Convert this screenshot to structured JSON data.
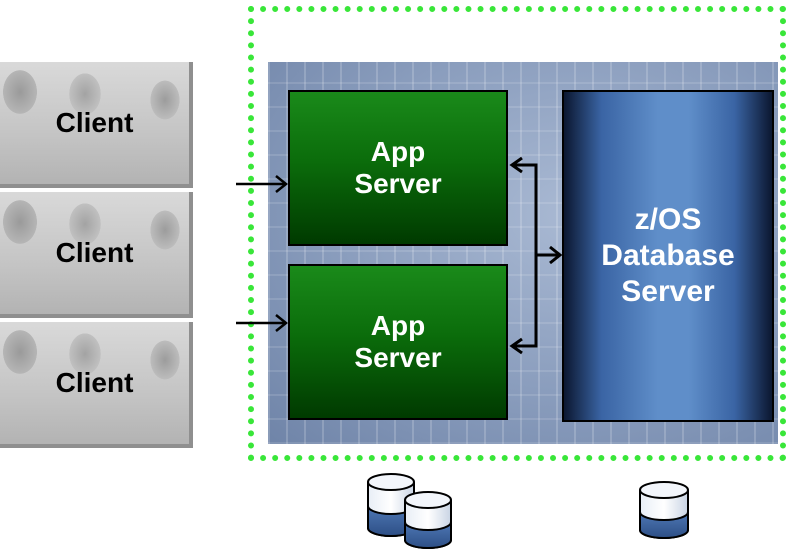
{
  "clients": [
    {
      "label": "Client"
    },
    {
      "label": "Client"
    },
    {
      "label": "Client"
    }
  ],
  "app_servers": [
    {
      "label_line1": "App",
      "label_line2": "Server"
    },
    {
      "label_line1": "App",
      "label_line2": "Server"
    }
  ],
  "database_server": {
    "label_line1": "z/OS",
    "label_line2": "Database",
    "label_line3": "Server"
  },
  "colors": {
    "enclosure_border": "#39e639",
    "app_server_green": "#0b6d0b",
    "database_blue": "#5f8ec9"
  },
  "icons": [
    "database-cylinder-icon",
    "database-cylinder-icon",
    "database-cylinder-icon"
  ]
}
